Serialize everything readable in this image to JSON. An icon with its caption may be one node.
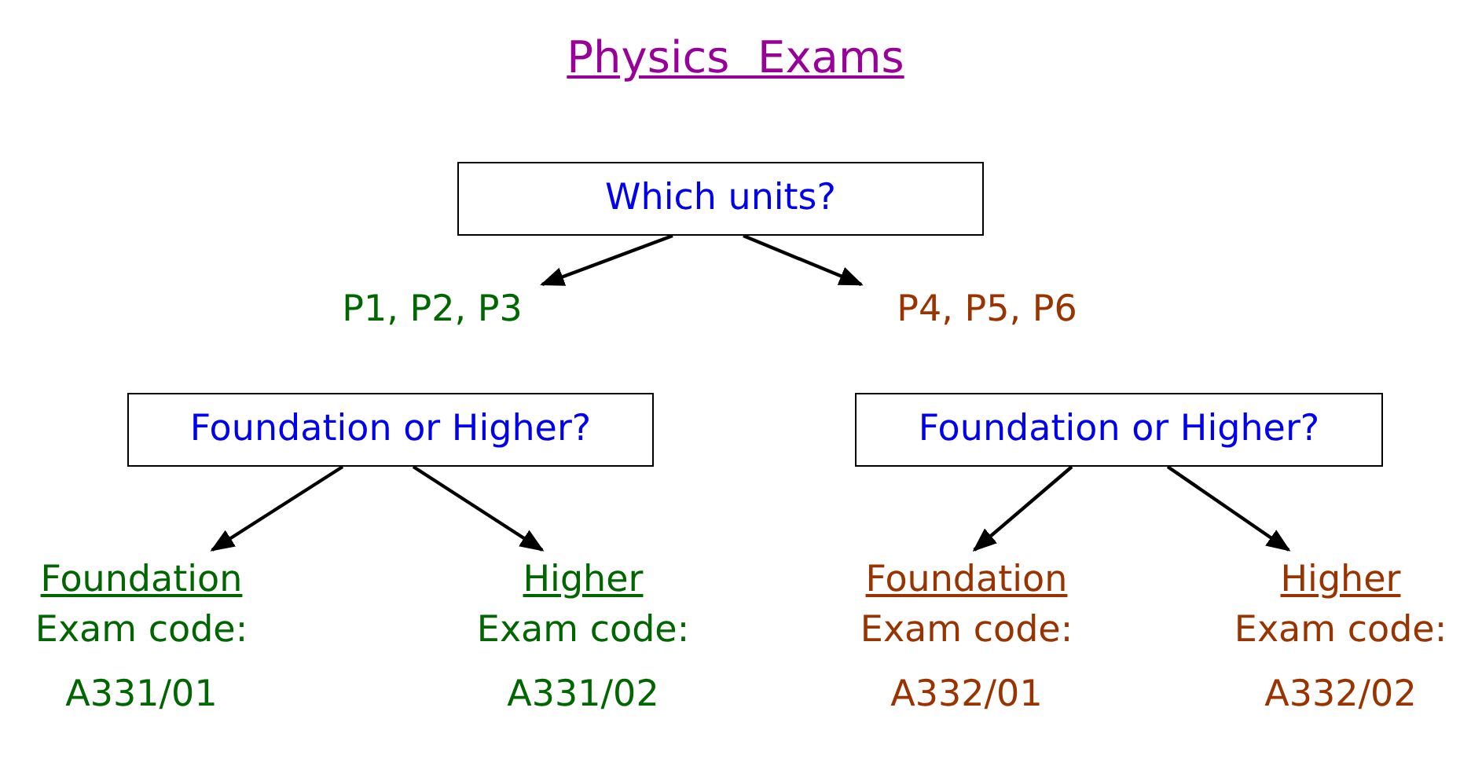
{
  "diagram": {
    "title": "Physics  Exams",
    "nodes": [
      {
        "text": [
          "Which units?"
        ]
      },
      {
        "text": [
          "P1, P2, P3"
        ]
      },
      {
        "text": [
          "P4, P5, P6"
        ]
      },
      {
        "text": [
          "Foundation or Higher?"
        ]
      },
      {
        "text": [
          "Foundation or Higher?"
        ]
      },
      {
        "text": [
          "Foundation",
          "Exam code:",
          "A331/01"
        ]
      },
      {
        "text": [
          "Higher",
          "Exam code:",
          "A331/02"
        ]
      },
      {
        "text": [
          "Foundation",
          "Exam code:",
          "A332/01"
        ]
      },
      {
        "text": [
          "Higher",
          "Exam code:",
          "A332/02"
        ]
      }
    ],
    "edges": [
      {
        "from": 0,
        "to": 1,
        "arrow": "to"
      },
      {
        "from": 0,
        "to": 2,
        "arrow": "to"
      },
      {
        "from": 3,
        "to": 5,
        "arrow": "to"
      },
      {
        "from": 3,
        "to": 6,
        "arrow": "to"
      },
      {
        "from": 4,
        "to": 7,
        "arrow": "to"
      },
      {
        "from": 4,
        "to": 8,
        "arrow": "to"
      }
    ]
  }
}
